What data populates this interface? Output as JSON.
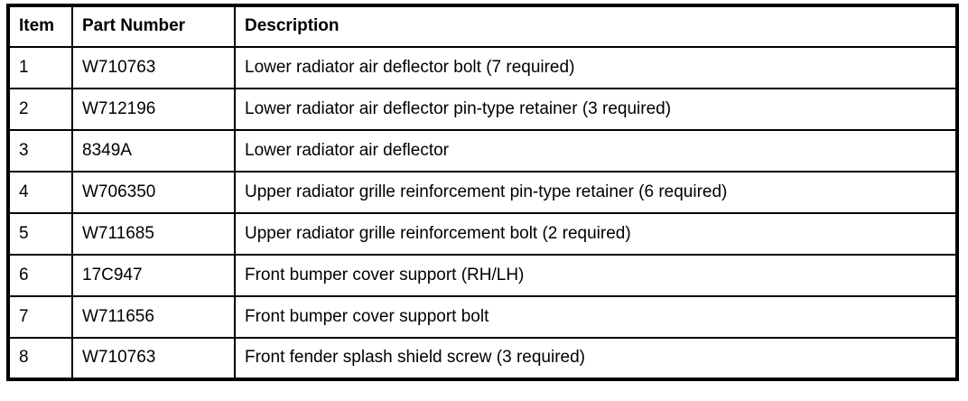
{
  "table": {
    "columns": {
      "item": "Item",
      "part_number": "Part Number",
      "description": "Description"
    },
    "rows": [
      {
        "item": "1",
        "part_number": "W710763",
        "description": "Lower radiator air deflector bolt (7 required)"
      },
      {
        "item": "2",
        "part_number": "W712196",
        "description": "Lower radiator air deflector pin-type retainer (3 required)"
      },
      {
        "item": "3",
        "part_number": "8349A",
        "description": "Lower radiator air deflector"
      },
      {
        "item": "4",
        "part_number": "W706350",
        "description": "Upper radiator grille reinforcement pin-type retainer (6 required)"
      },
      {
        "item": "5",
        "part_number": "W711685",
        "description": "Upper radiator grille reinforcement bolt (2 required)"
      },
      {
        "item": "6",
        "part_number": "17C947",
        "description": "Front bumper cover support (RH/LH)"
      },
      {
        "item": "7",
        "part_number": "W711656",
        "description": "Front bumper cover support bolt"
      },
      {
        "item": "8",
        "part_number": "W710763",
        "description": "Front fender splash shield screw (3 required)"
      }
    ]
  }
}
